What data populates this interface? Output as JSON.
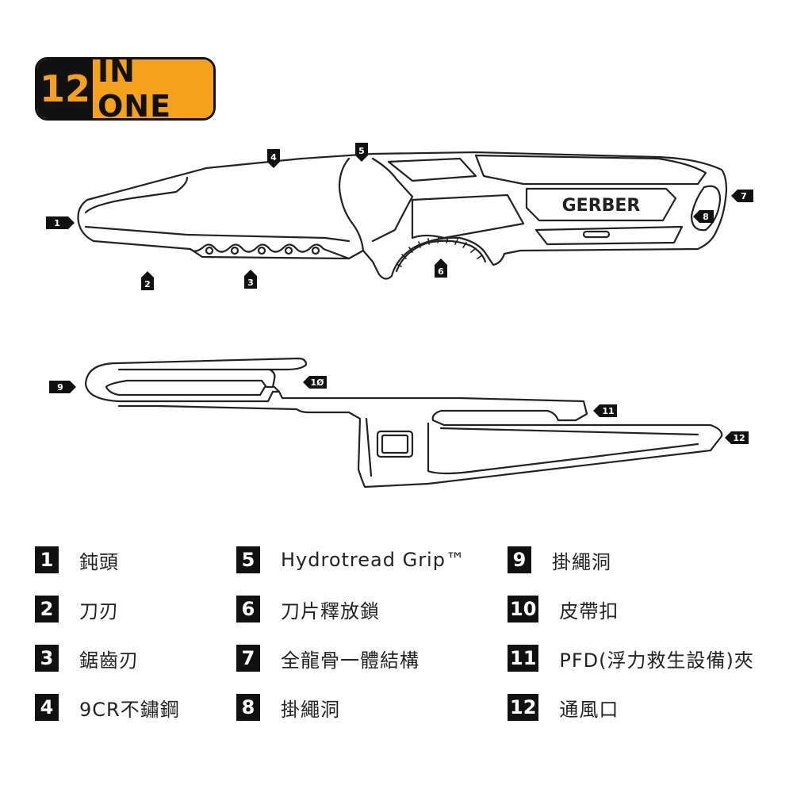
{
  "badge": {
    "number": "12",
    "text": "IN ONE"
  },
  "brand": "GERBER",
  "callouts": [
    "1",
    "2",
    "3",
    "4",
    "5",
    "6",
    "7",
    "8",
    "9",
    "1Ø",
    "11",
    "12"
  ],
  "legend": [
    {
      "num": "1",
      "label": "鈍頭"
    },
    {
      "num": "2",
      "label": "刀刃"
    },
    {
      "num": "3",
      "label": "鋸齒刃"
    },
    {
      "num": "4",
      "label": "9CR不鏽鋼"
    },
    {
      "num": "5",
      "label": "Hydrotread Grip™"
    },
    {
      "num": "6",
      "label": "刀片釋放鎖"
    },
    {
      "num": "7",
      "label": "全龍骨一體結構"
    },
    {
      "num": "8",
      "label": "掛繩洞"
    },
    {
      "num": "9",
      "label": "掛繩洞"
    },
    {
      "num": "10",
      "label": "皮帶扣"
    },
    {
      "num": "11",
      "label": "PFD(浮力救生設備)夾"
    },
    {
      "num": "12",
      "label": "通風口"
    }
  ],
  "colors": {
    "accent": "#f5a11c",
    "ink": "#111111"
  }
}
